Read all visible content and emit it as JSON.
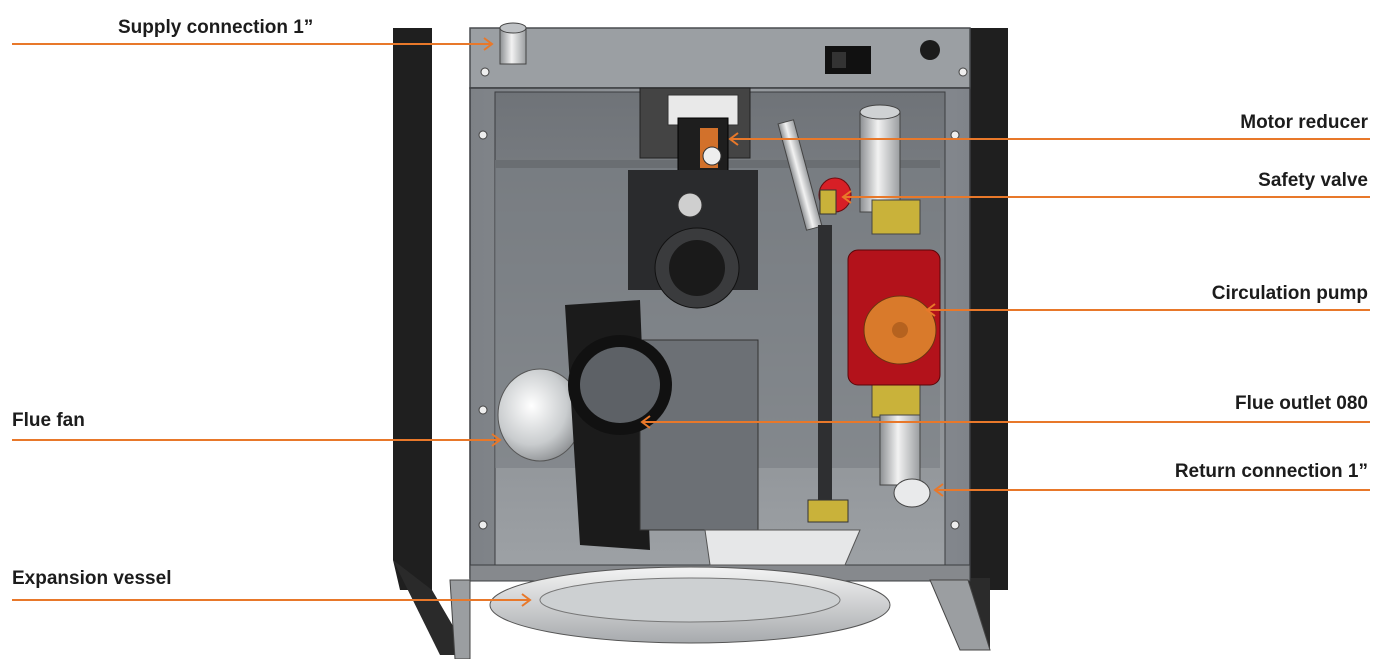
{
  "labels": {
    "supply_connection": "Supply connection 1”",
    "flue_fan": "Flue fan",
    "expansion_vessel": "Expansion vessel",
    "motor_reducer": "Motor reducer",
    "safety_valve": "Safety valve",
    "circulation_pump": "Circulation pump",
    "flue_outlet": "Flue outlet 080",
    "return_connection": "Return connection 1”"
  },
  "colors": {
    "leader_line": "#e8782a",
    "label_text": "#1c1c1c",
    "cabinet_dark": "#1f1f1f",
    "panel_gray": "#8e9296",
    "pump_red": "#b3121b",
    "pump_face": "#d97a2b",
    "brass": "#c9b23a",
    "safety_valve_red": "#d71f26"
  }
}
